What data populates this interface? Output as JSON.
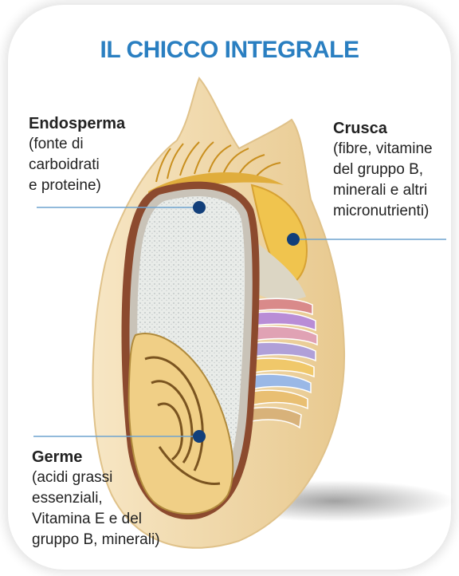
{
  "title": "IL CHICCO INTEGRALE",
  "labels": {
    "endosperma": {
      "name": "Endosperma",
      "description": "(fonte di\ncarboidrati\ne proteine)"
    },
    "crusca": {
      "name": "Crusca",
      "description": "(fibre, vitamine\ndel gruppo B,\nminerali e altri\nmicronutrienti)"
    },
    "germe": {
      "name": "Germe",
      "description": "(acidi grassi\nessenziali,\nVitamina E e del\ngruppo B, minerali)"
    }
  },
  "colors": {
    "title": "#2a7fc1",
    "pointer_dot": "#123f7a",
    "pointer_line": "#6fa3cf"
  }
}
